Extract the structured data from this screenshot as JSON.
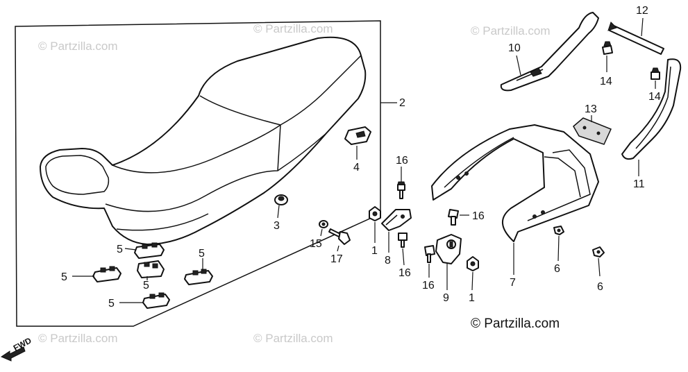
{
  "watermarks": [
    "© Partzilla.com",
    "© Partzilla.com",
    "© Partzilla.com",
    "© Partzilla.com",
    "© Partzilla.com"
  ],
  "copyright": "© Partzilla.com",
  "direction_label": "FWD",
  "callouts": {
    "c1a": "1",
    "c1b": "1",
    "c2": "2",
    "c3": "3",
    "c4": "4",
    "c5a": "5",
    "c5b": "5",
    "c5c": "5",
    "c5d": "5",
    "c5e": "5",
    "c6a": "6",
    "c6b": "6",
    "c7": "7",
    "c8": "8",
    "c9": "9",
    "c10": "10",
    "c11": "11",
    "c12": "12",
    "c13": "13",
    "c14a": "14",
    "c14b": "14",
    "c15": "15",
    "c16a": "16",
    "c16b": "16",
    "c16c": "16",
    "c16d": "16",
    "c17": "17"
  }
}
